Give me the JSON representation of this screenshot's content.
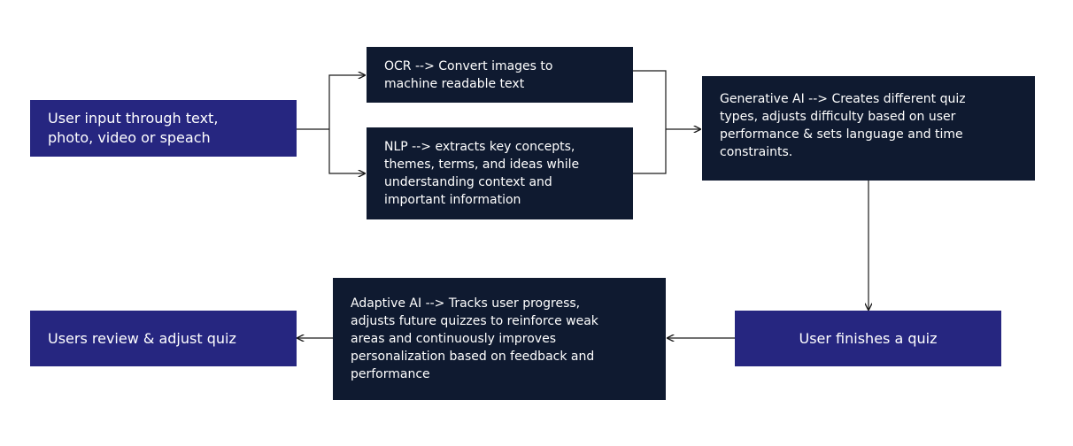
{
  "nodes": {
    "user_input": "User input through text,\nphoto, video or speach",
    "ocr": "OCR --> Convert images to\nmachine readable text",
    "nlp": "NLP --> extracts key concepts,\nthemes, terms, and ideas while\nunderstanding context and\nimportant information",
    "generative_ai": "Generative AI --> Creates different quiz\ntypes, adjusts difficulty based on user\nperformance & sets language and time\nconstraints.",
    "user_finishes": "User finishes a quiz",
    "adaptive_ai": "Adaptive AI --> Tracks user progress,\nadjusts future quizzes to reinforce weak\nareas and continuously improves\npersonalization based on feedback and\nperformance",
    "users_review": "Users review & adjust quiz"
  },
  "colors": {
    "primary_box": "#262680",
    "secondary_box": "#0f1a30",
    "connector": "#1a1a1a"
  }
}
